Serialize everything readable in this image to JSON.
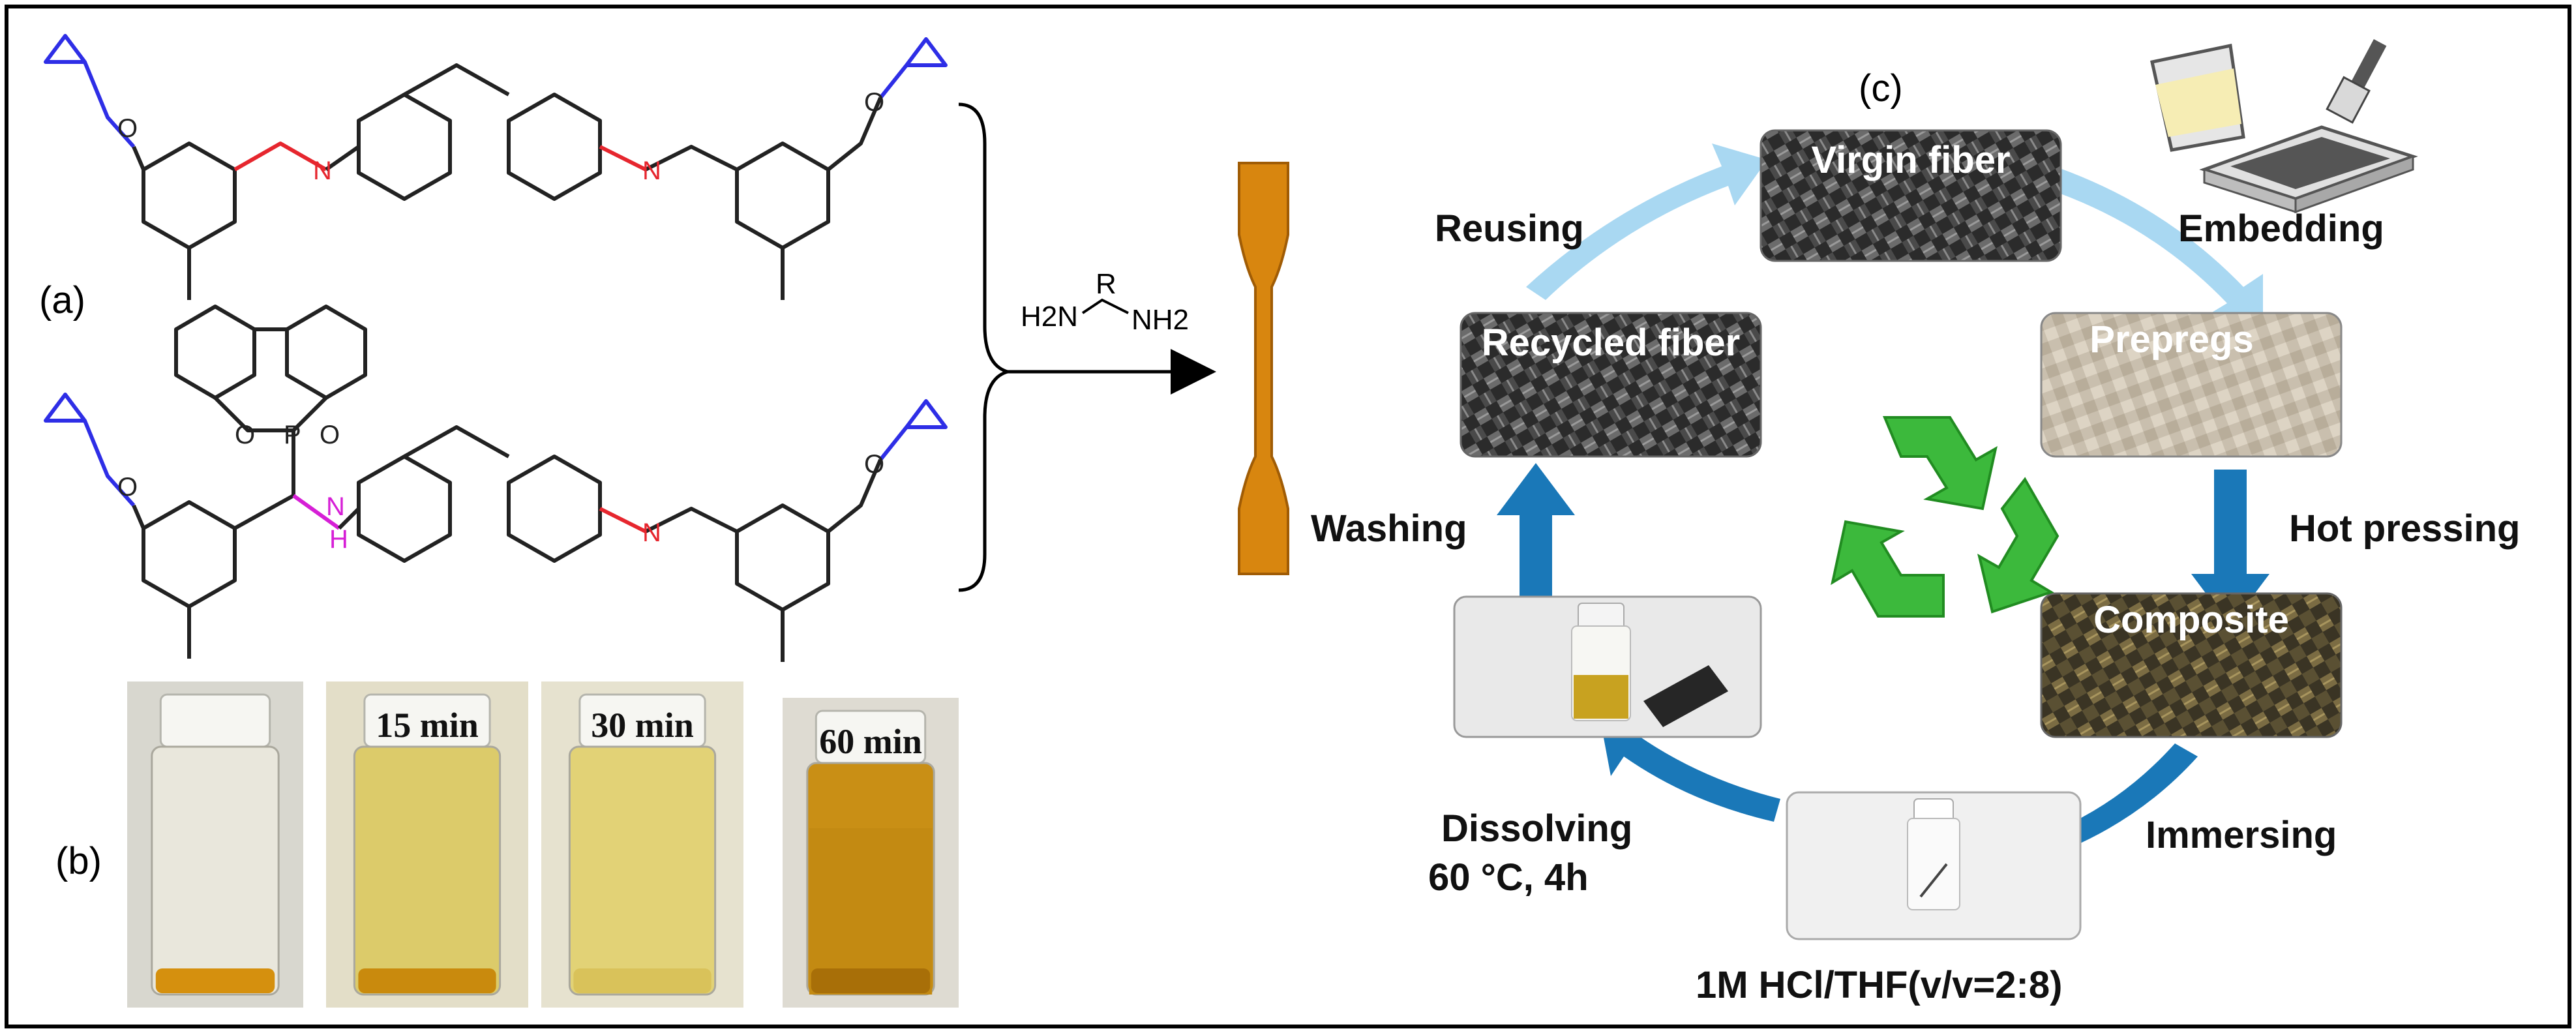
{
  "panel_labels": {
    "a": "(a)",
    "b": "(b)",
    "c": "(c)"
  },
  "molecule_atoms": {
    "oxygen": "O",
    "nitrogen": "N",
    "phosphorus": "P",
    "hydrogen": "H",
    "phosphoryl": "O",
    "amine_left": "H2N",
    "amine_r": "R",
    "amine_right": "NH2"
  },
  "vials": [
    {
      "label": ""
    },
    {
      "label": "15 min"
    },
    {
      "label": "30 min"
    },
    {
      "label": "60 min"
    }
  ],
  "cycle": {
    "boxes": {
      "virgin": "Virgin fiber",
      "prepregs": "Prepregs",
      "composite": "Composite",
      "recycled": "Recycled fiber"
    },
    "steps": {
      "reusing": "Reusing",
      "embedding": "Embedding",
      "hot_pressing": "Hot pressing",
      "immersing": "Immersing",
      "dissolving_1": "Dissolving",
      "dissolving_2": "60 °C, 4h",
      "washing": "Washing",
      "solvent": "1M HCl/THF(v/v=2:8)"
    }
  },
  "icons": [
    "recycle-icon",
    "paint-bucket-icon",
    "brush-icon",
    "fiber-tray-icon"
  ],
  "colors": {
    "epoxide": "#2e2ee6",
    "imine": "#e6262e",
    "amine": "#d61fd6",
    "arrow_top": "#a9d8f2",
    "arrow_side": "#1a78b8",
    "recycle": "#3cb93c",
    "specimen": "#d8860f"
  }
}
